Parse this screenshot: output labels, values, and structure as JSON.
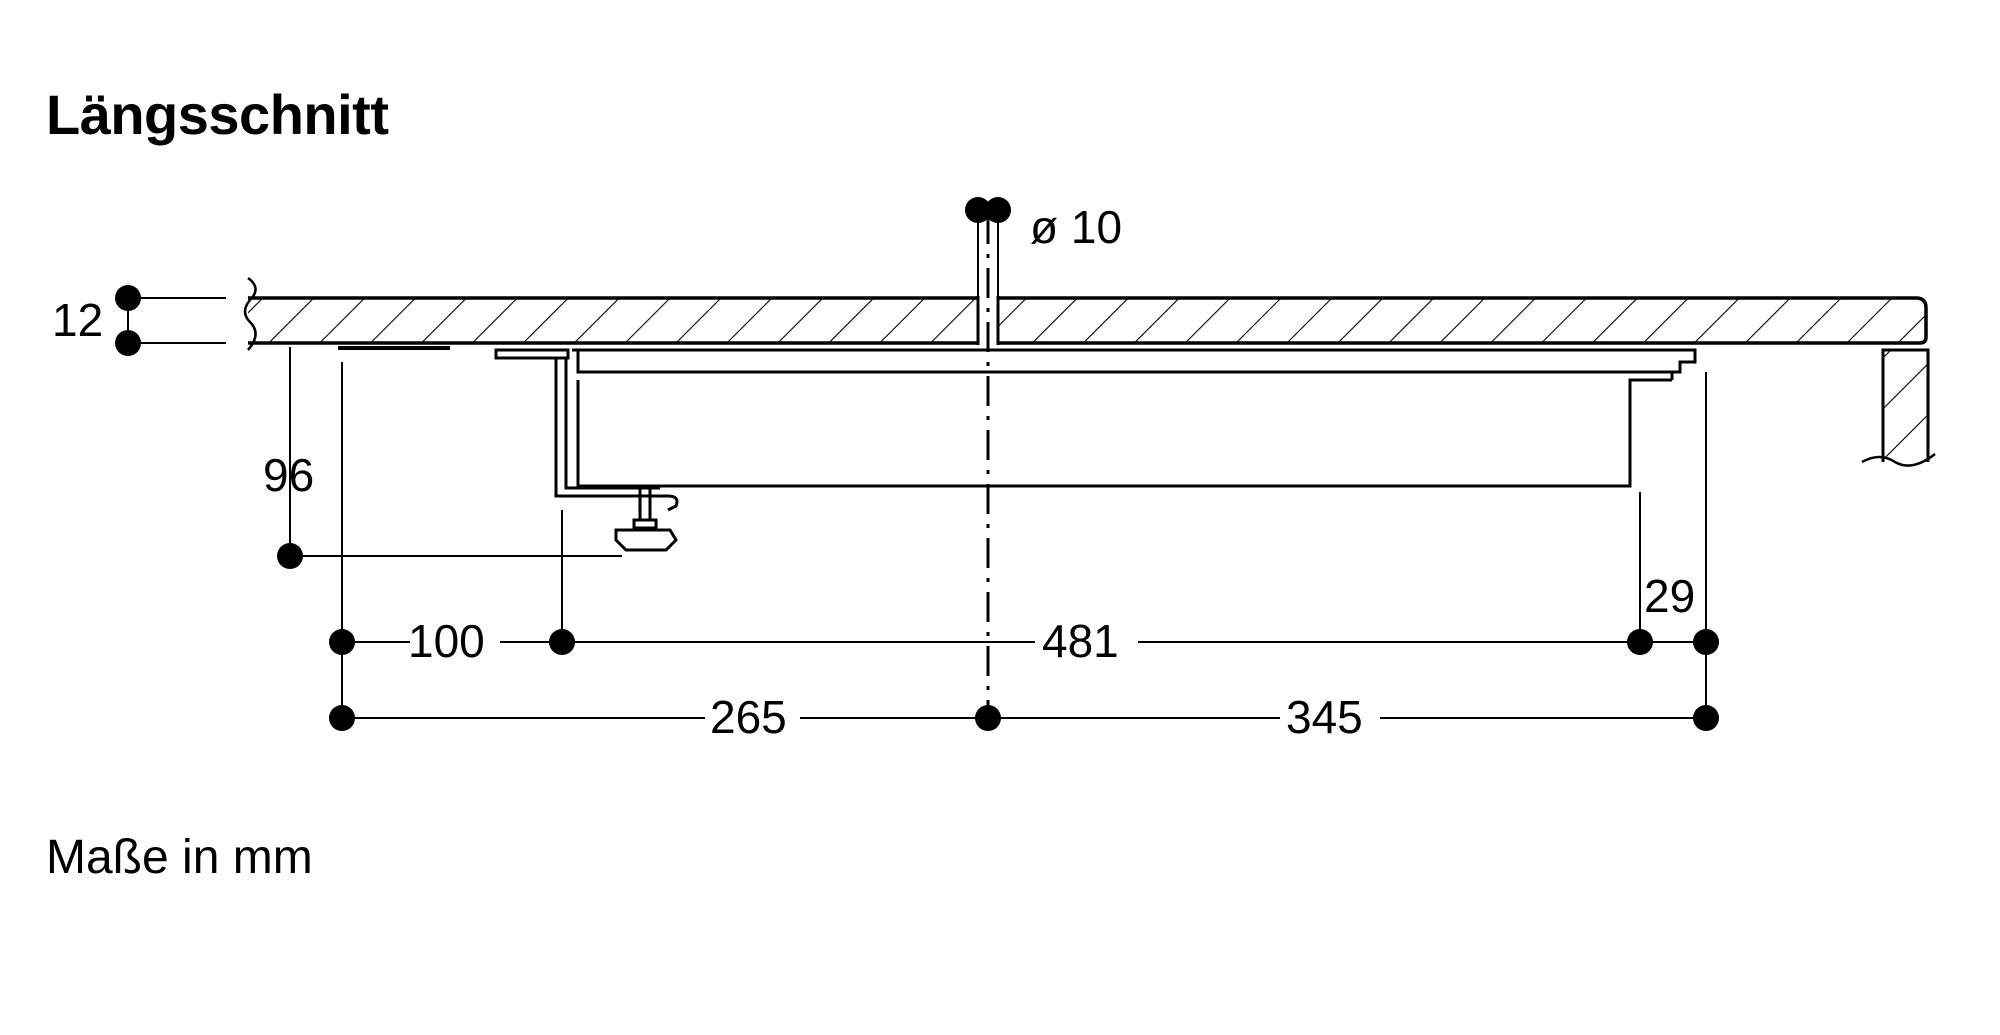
{
  "title": "Längsschnitt",
  "footnote": "Maße in mm",
  "dimensions": {
    "countertop_thickness": "12",
    "bracket_depth": "96",
    "hole_diameter": "ø 10",
    "left_offset": "100",
    "inner_width": "481",
    "right_offset": "29",
    "center_left": "265",
    "center_right": "345"
  }
}
